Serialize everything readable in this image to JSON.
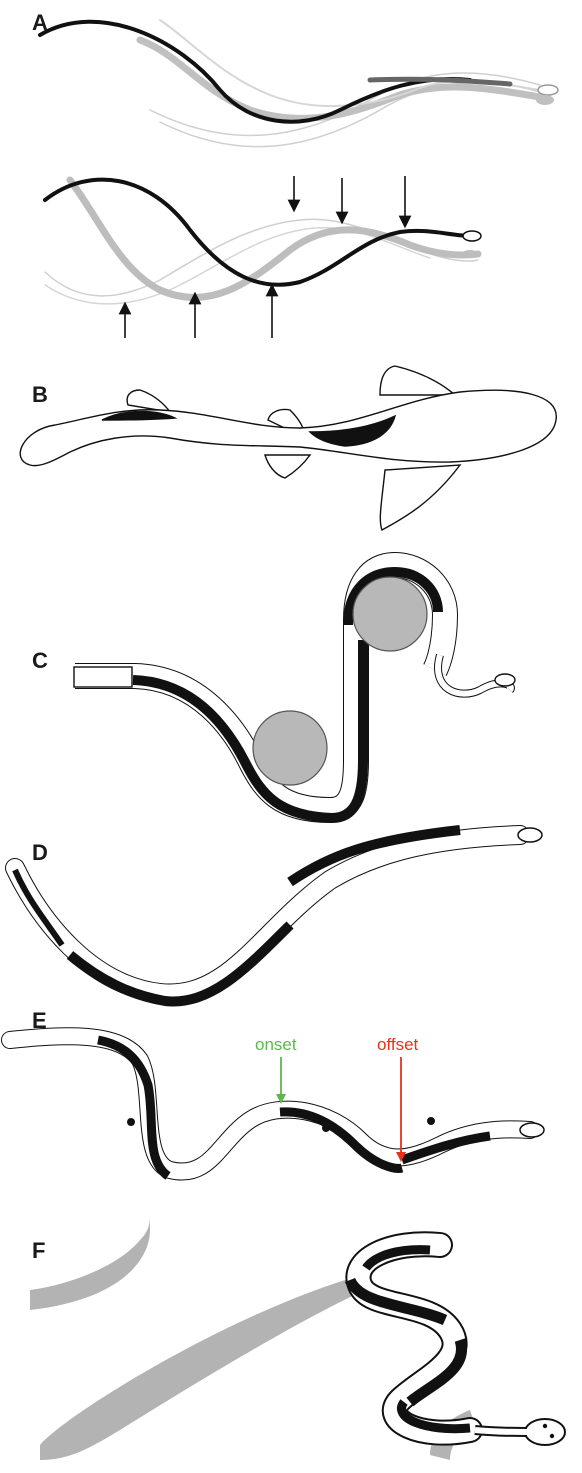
{
  "figure": {
    "panels": [
      {
        "id": "A",
        "label": "A"
      },
      {
        "id": "B",
        "label": "B"
      },
      {
        "id": "C",
        "label": "C"
      },
      {
        "id": "D",
        "label": "D"
      },
      {
        "id": "E",
        "label": "E"
      },
      {
        "id": "F",
        "label": "F"
      }
    ],
    "annotations": {
      "onset": {
        "text": "onset",
        "color": "#5db84a"
      },
      "offset": {
        "text": "offset",
        "color": "#e8321e"
      }
    },
    "colors": {
      "ink": "#111111",
      "muscle_active": "#111111",
      "body_fill": "#ffffff",
      "shadow_gray": "#b3b3b3",
      "peg_gray": "#b8b8b8",
      "light_gray": "#d0d0d0"
    }
  }
}
